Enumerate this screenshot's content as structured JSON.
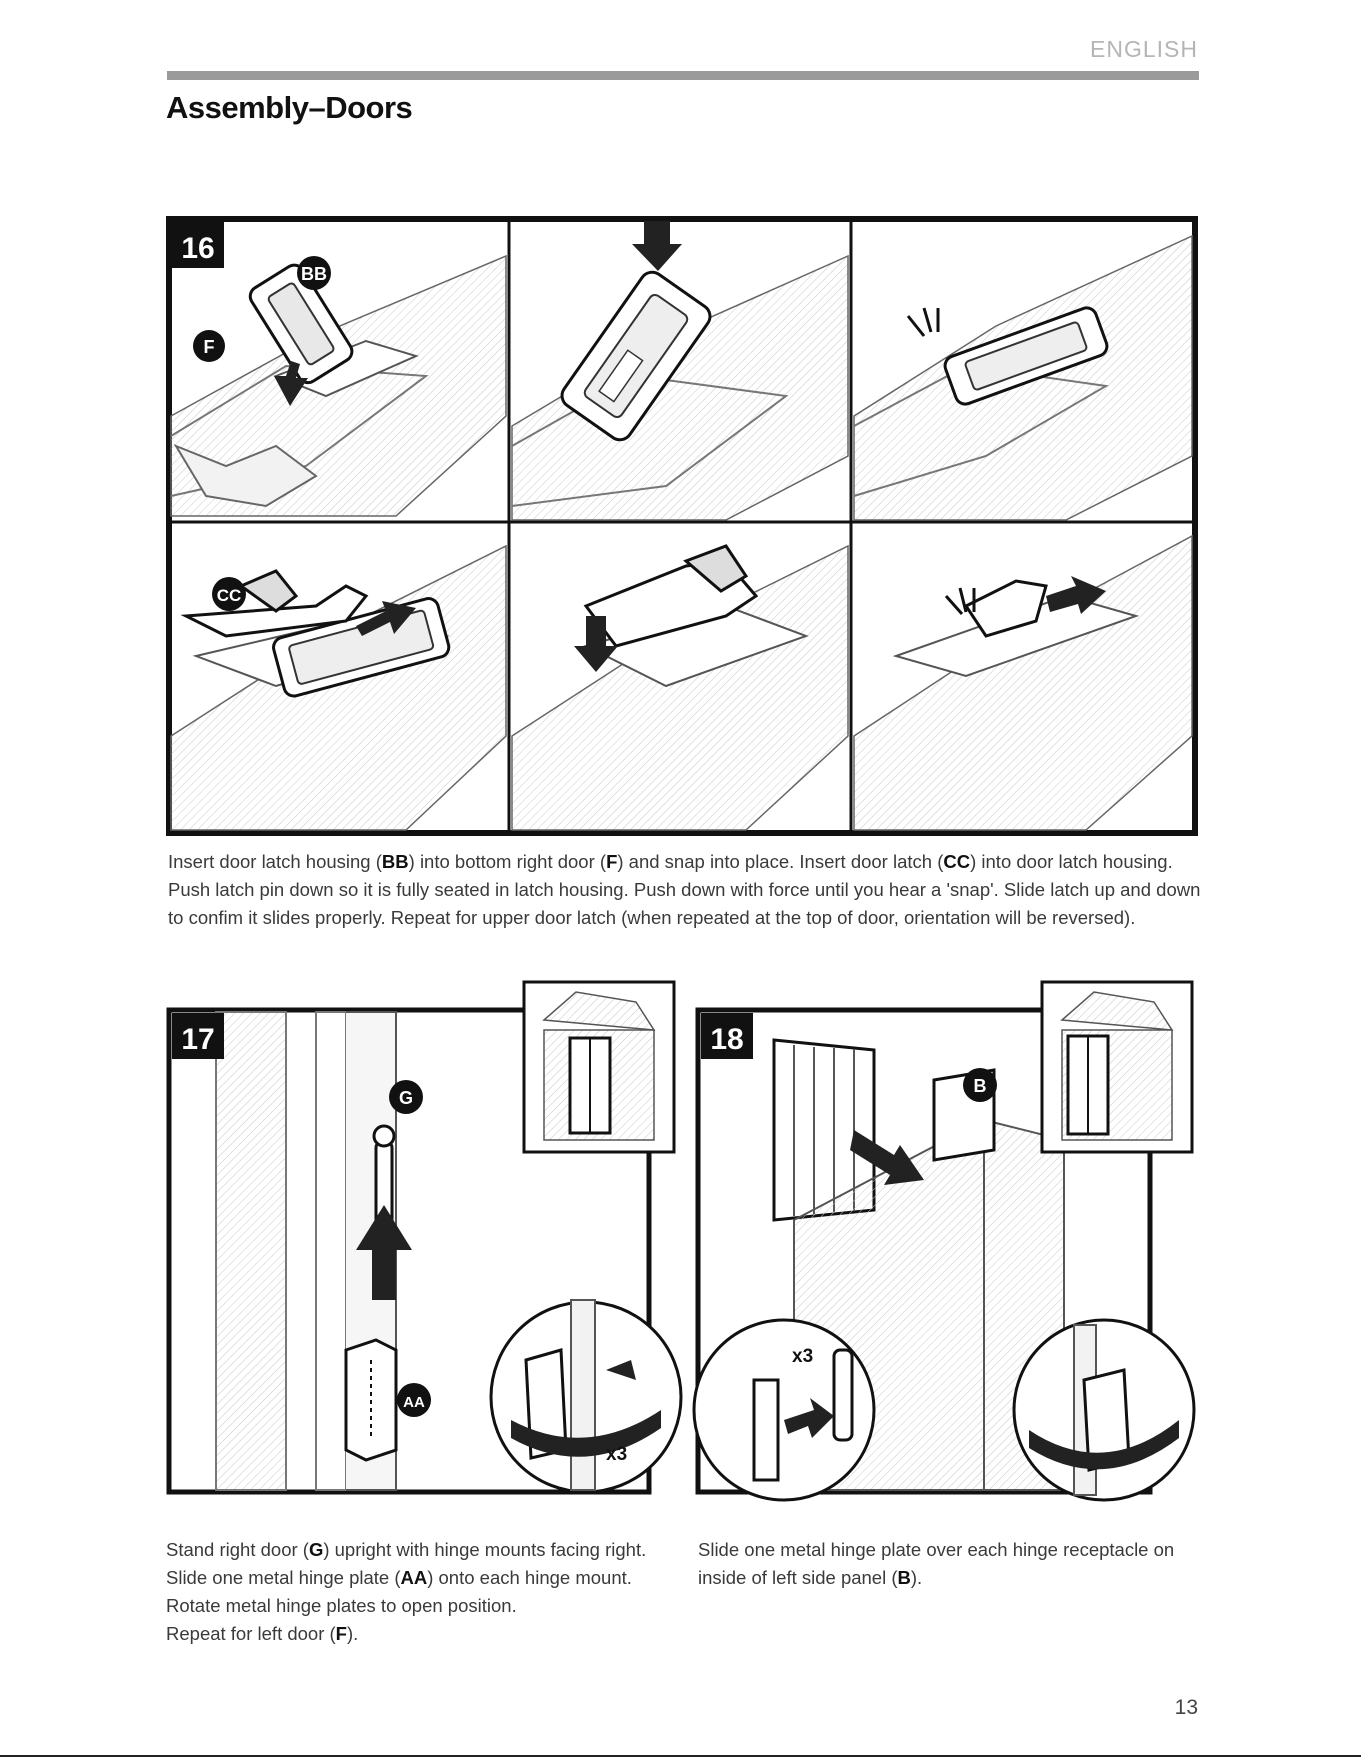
{
  "page": {
    "language": "ENGLISH",
    "section_title": "Assembly–Doors",
    "page_number": "13"
  },
  "step16": {
    "number": "16",
    "labels": {
      "part_bb": "BB",
      "part_f": "F",
      "part_cc": "CC"
    },
    "arrows": [
      "1",
      "2",
      "1",
      "2",
      "3"
    ],
    "text_lines": [
      [
        "Insert door latch housing (",
        "BB",
        ") into bottom right door (",
        "F",
        ") and snap into place. Insert door latch (",
        "CC",
        ") into door latch housing."
      ],
      [
        "Push latch pin down so it is fully seated in latch housing. Push down with force until you hear a 'snap'. Slide latch up and down"
      ],
      [
        "to confim it slides properly. Repeat for upper door latch (when repeated at the top of door, orientation will be reversed)."
      ]
    ]
  },
  "step17": {
    "number": "17",
    "labels": {
      "part_g": "G",
      "part_aa": "AA",
      "quantity": "x3"
    },
    "arrows": [
      "1",
      "2"
    ],
    "text_lines": [
      [
        "Stand right door (",
        "G",
        ") upright with hinge mounts facing right."
      ],
      [
        "Slide one metal hinge plate (",
        "AA",
        ") onto each hinge mount."
      ],
      [
        "Rotate metal hinge plates to open position."
      ],
      [
        "Repeat for left door (",
        "F",
        ")."
      ]
    ]
  },
  "step18": {
    "number": "18",
    "labels": {
      "part_b": "B",
      "quantity": "x3"
    },
    "arrows": [
      "1",
      "2",
      "3"
    ],
    "text_lines": [
      [
        "Slide one metal hinge plate over each hinge receptacle on"
      ],
      [
        "inside of left side panel (",
        "B",
        ")."
      ]
    ]
  }
}
